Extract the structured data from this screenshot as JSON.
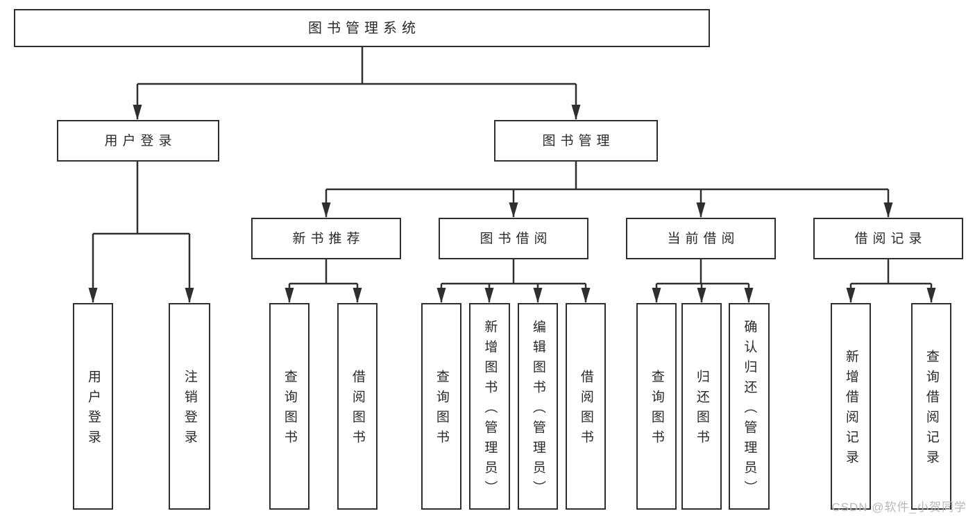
{
  "diagram": {
    "title": "图书管理系统",
    "tree": {
      "label": "图书管理系统",
      "children": [
        {
          "label": "用户登录",
          "children": [
            {
              "label": "用户登录"
            },
            {
              "label": "注销登录"
            }
          ]
        },
        {
          "label": "图书管理",
          "children": [
            {
              "label": "新书推荐",
              "children": [
                {
                  "label": "查询图书"
                },
                {
                  "label": "借阅图书"
                }
              ]
            },
            {
              "label": "图书借阅",
              "children": [
                {
                  "label": "查询图书"
                },
                {
                  "label": "新增图书（管理员）"
                },
                {
                  "label": "编辑图书（管理员）"
                },
                {
                  "label": "借阅图书"
                }
              ]
            },
            {
              "label": "当前借阅",
              "children": [
                {
                  "label": "查询图书"
                },
                {
                  "label": "归还图书"
                },
                {
                  "label": "确认归还（管理员）"
                }
              ]
            },
            {
              "label": "借阅记录",
              "children": [
                {
                  "label": "新增借阅记录"
                },
                {
                  "label": "查询借阅记录"
                }
              ]
            }
          ]
        }
      ]
    },
    "watermark": "CSDN @软件_小贺同学",
    "colors": {
      "line": "#2f2f2f",
      "text": "#2a2a2a",
      "box_background": "#ffffff",
      "watermark": "#b6b8bb"
    }
  }
}
